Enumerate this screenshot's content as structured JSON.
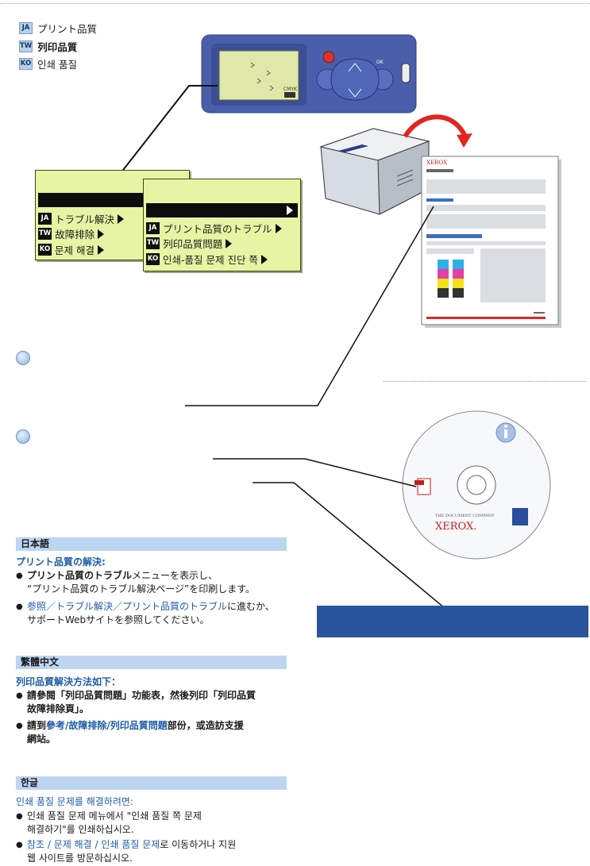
{
  "languages": [
    {
      "code": "JA",
      "label": "プリント品質"
    },
    {
      "code": "TW",
      "label": "列印品質"
    },
    {
      "code": "KO",
      "label": "인쇄 품질"
    }
  ],
  "panel": {
    "display_text": "CMYK"
  },
  "menu_left": {
    "items": [
      {
        "code": "JA",
        "label": "トラブル解決"
      },
      {
        "code": "TW",
        "label": "故障排除"
      },
      {
        "code": "KO",
        "label": "문제 해결"
      }
    ]
  },
  "menu_right": {
    "items": [
      {
        "code": "JA",
        "label": "プリント品質のトラブル"
      },
      {
        "code": "TW",
        "label": "列印品質問題"
      },
      {
        "code": "KO",
        "label": "인쇄-품질 문제 진단 쪽"
      }
    ]
  },
  "page_sample": {
    "brand": "XEROX"
  },
  "cd": {
    "tagline": "THE DOCUMENT COMPANY",
    "brand": "XEROX."
  },
  "sections": [
    {
      "header": "日本語",
      "subtitle": "プリント品質の解決:",
      "bullets": [
        {
          "bold": "プリント品質のトラブル",
          "text": "メニューを表示し、",
          "line2": "“プリント品質のトラブル解決ページ”を印刷します。"
        },
        {
          "link": "参照／トラブル解決／プリント品質のトラブル",
          "text": "に進むか、",
          "line2": "サポートWebサイトを参照してください。"
        }
      ]
    },
    {
      "header": "繁體中文",
      "subtitle": "列印品質解決方法如下：",
      "bullets": [
        {
          "bold": "請參閱「列印品質問題」功能表，然後列印「列印品質",
          "text": "",
          "line2": "故障排除頁」。"
        },
        {
          "bold": "請到",
          "link": "參考/故障排除/列印品質問題",
          "text": "部份，或造訪支援",
          "line2": "網站。"
        }
      ]
    },
    {
      "header": "한글",
      "subtitle": "인쇄 품질 문제를 해결하려면:",
      "bullets": [
        {
          "text": "인쇄 품질 문제 메뉴에서 \"인쇄 품질 쪽 문제",
          "line2": "해결하기\"를 인쇄하십시오."
        },
        {
          "link": "참조 / 문제 해결 / 인쇄 품질 문제",
          "text": "로 이동하거나 지원",
          "line2": "웹 사이트를 방문하십시오."
        }
      ]
    }
  ],
  "colors": {
    "accent_blue": "#2a559c",
    "header_bg": "#bdd5f0",
    "lcd_green": "#e6f4a4",
    "arrow_red": "#e0261f"
  }
}
